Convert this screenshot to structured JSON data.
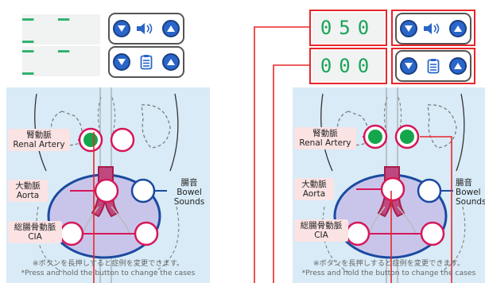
{
  "left": {
    "display_top": "– – –",
    "display_bottom": "– – –"
  },
  "right": {
    "display_top": "050",
    "display_bottom": "000"
  },
  "labels": {
    "renal_jp": "腎動脈",
    "renal_en": "Renal Artery",
    "aorta_jp": "大動脈",
    "aorta_en": "Aorta",
    "cia_jp": "総腸骨動脈",
    "cia_en": "CIA",
    "bowel_jp": "腸音",
    "bowel_en1": "Bowel",
    "bowel_en2": "Sounds"
  },
  "note": {
    "line1": "※ボタンを長押しすると症例を変更できます。",
    "line2": "*Press and hold the button to change the cases"
  },
  "colors": {
    "display_text": "#1aa35a",
    "button_blue": "#2a66c9",
    "panel_bg": "#d8ebf7",
    "callout_red": "#e8262a",
    "point_ring": "#d6175a",
    "active_point": "#13a64a",
    "abdomen_fill": "#c9c5ea",
    "abdomen_stroke": "#1b4aa0"
  },
  "icons": {
    "volume": "speaker-volume-icon",
    "case": "clipboard-list-icon",
    "down": "triangle-down-icon",
    "up": "triangle-up-icon"
  }
}
